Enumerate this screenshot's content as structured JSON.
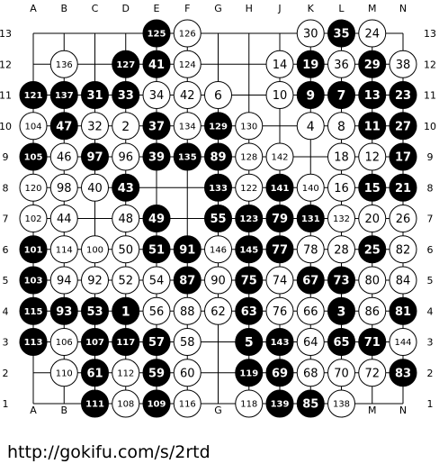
{
  "board": {
    "size": 13,
    "columns": [
      "A",
      "B",
      "C",
      "D",
      "E",
      "F",
      "G",
      "H",
      "J",
      "K",
      "L",
      "M",
      "N"
    ],
    "rows": [
      "13",
      "12",
      "11",
      "10",
      "9",
      "8",
      "7",
      "6",
      "5",
      "4",
      "3",
      "2",
      "1"
    ],
    "colors": {
      "black": "#000000",
      "white": "#ffffff",
      "line": "#000000",
      "background": "#ffffff"
    },
    "stones": [
      {
        "c": "E13",
        "color": "black",
        "n": "125"
      },
      {
        "c": "F13",
        "color": "white",
        "n": "126"
      },
      {
        "c": "K13",
        "color": "white",
        "n": "30"
      },
      {
        "c": "L13",
        "color": "black",
        "n": "35"
      },
      {
        "c": "M13",
        "color": "white",
        "n": "24"
      },
      {
        "c": "B12",
        "color": "white",
        "n": "136"
      },
      {
        "c": "D12",
        "color": "black",
        "n": "127"
      },
      {
        "c": "E12",
        "color": "black",
        "n": "41"
      },
      {
        "c": "F12",
        "color": "white",
        "n": "124"
      },
      {
        "c": "J12",
        "color": "white",
        "n": "14"
      },
      {
        "c": "K12",
        "color": "black",
        "n": "19"
      },
      {
        "c": "L12",
        "color": "white",
        "n": "36"
      },
      {
        "c": "M12",
        "color": "black",
        "n": "29"
      },
      {
        "c": "N12",
        "color": "white",
        "n": "38"
      },
      {
        "c": "A11",
        "color": "black",
        "n": "121"
      },
      {
        "c": "B11",
        "color": "black",
        "n": "137"
      },
      {
        "c": "C11",
        "color": "black",
        "n": "31"
      },
      {
        "c": "D11",
        "color": "black",
        "n": "33"
      },
      {
        "c": "E11",
        "color": "white",
        "n": "34"
      },
      {
        "c": "F11",
        "color": "white",
        "n": "42"
      },
      {
        "c": "G11",
        "color": "white",
        "n": "6"
      },
      {
        "c": "J11",
        "color": "white",
        "n": "10"
      },
      {
        "c": "K11",
        "color": "black",
        "n": "9"
      },
      {
        "c": "L11",
        "color": "black",
        "n": "7"
      },
      {
        "c": "M11",
        "color": "black",
        "n": "13"
      },
      {
        "c": "N11",
        "color": "black",
        "n": "23"
      },
      {
        "c": "A10",
        "color": "white",
        "n": "104"
      },
      {
        "c": "B10",
        "color": "black",
        "n": "47"
      },
      {
        "c": "C10",
        "color": "white",
        "n": "32"
      },
      {
        "c": "D10",
        "color": "white",
        "n": "2"
      },
      {
        "c": "E10",
        "color": "black",
        "n": "37"
      },
      {
        "c": "F10",
        "color": "white",
        "n": "134"
      },
      {
        "c": "G10",
        "color": "black",
        "n": "129"
      },
      {
        "c": "H10",
        "color": "white",
        "n": "130"
      },
      {
        "c": "K10",
        "color": "white",
        "n": "4"
      },
      {
        "c": "L10",
        "color": "white",
        "n": "8"
      },
      {
        "c": "M10",
        "color": "black",
        "n": "11"
      },
      {
        "c": "N10",
        "color": "black",
        "n": "27"
      },
      {
        "c": "A9",
        "color": "black",
        "n": "105"
      },
      {
        "c": "B9",
        "color": "white",
        "n": "46"
      },
      {
        "c": "C9",
        "color": "black",
        "n": "97"
      },
      {
        "c": "D9",
        "color": "white",
        "n": "96"
      },
      {
        "c": "E9",
        "color": "black",
        "n": "39"
      },
      {
        "c": "F9",
        "color": "black",
        "n": "135"
      },
      {
        "c": "G9",
        "color": "black",
        "n": "89"
      },
      {
        "c": "H9",
        "color": "white",
        "n": "128"
      },
      {
        "c": "J9",
        "color": "white",
        "n": "142"
      },
      {
        "c": "L9",
        "color": "white",
        "n": "18"
      },
      {
        "c": "M9",
        "color": "white",
        "n": "12"
      },
      {
        "c": "N9",
        "color": "black",
        "n": "17"
      },
      {
        "c": "A8",
        "color": "white",
        "n": "120"
      },
      {
        "c": "B8",
        "color": "white",
        "n": "98"
      },
      {
        "c": "C8",
        "color": "white",
        "n": "40"
      },
      {
        "c": "D8",
        "color": "black",
        "n": "43"
      },
      {
        "c": "G8",
        "color": "black",
        "n": "133"
      },
      {
        "c": "H8",
        "color": "white",
        "n": "122"
      },
      {
        "c": "J8",
        "color": "black",
        "n": "141"
      },
      {
        "c": "K8",
        "color": "white",
        "n": "140"
      },
      {
        "c": "L8",
        "color": "white",
        "n": "16"
      },
      {
        "c": "M8",
        "color": "black",
        "n": "15"
      },
      {
        "c": "N8",
        "color": "black",
        "n": "21"
      },
      {
        "c": "A7",
        "color": "white",
        "n": "102"
      },
      {
        "c": "B7",
        "color": "white",
        "n": "44"
      },
      {
        "c": "D7",
        "color": "white",
        "n": "48"
      },
      {
        "c": "E7",
        "color": "black",
        "n": "49"
      },
      {
        "c": "G7",
        "color": "black",
        "n": "55"
      },
      {
        "c": "H7",
        "color": "black",
        "n": "123"
      },
      {
        "c": "J7",
        "color": "black",
        "n": "79"
      },
      {
        "c": "K7",
        "color": "black",
        "n": "131"
      },
      {
        "c": "L7",
        "color": "white",
        "n": "132"
      },
      {
        "c": "M7",
        "color": "white",
        "n": "20"
      },
      {
        "c": "N7",
        "color": "white",
        "n": "26"
      },
      {
        "c": "A6",
        "color": "black",
        "n": "101"
      },
      {
        "c": "B6",
        "color": "white",
        "n": "114"
      },
      {
        "c": "C6",
        "color": "white",
        "n": "100"
      },
      {
        "c": "D6",
        "color": "white",
        "n": "50"
      },
      {
        "c": "E6",
        "color": "black",
        "n": "51"
      },
      {
        "c": "F6",
        "color": "black",
        "n": "91"
      },
      {
        "c": "G6",
        "color": "white",
        "n": "146"
      },
      {
        "c": "H6",
        "color": "black",
        "n": "145"
      },
      {
        "c": "J6",
        "color": "black",
        "n": "77"
      },
      {
        "c": "K6",
        "color": "white",
        "n": "78"
      },
      {
        "c": "L6",
        "color": "white",
        "n": "28"
      },
      {
        "c": "M6",
        "color": "black",
        "n": "25"
      },
      {
        "c": "N6",
        "color": "white",
        "n": "82"
      },
      {
        "c": "A5",
        "color": "black",
        "n": "103"
      },
      {
        "c": "B5",
        "color": "white",
        "n": "94"
      },
      {
        "c": "C5",
        "color": "white",
        "n": "92"
      },
      {
        "c": "D5",
        "color": "white",
        "n": "52"
      },
      {
        "c": "E5",
        "color": "white",
        "n": "54"
      },
      {
        "c": "F5",
        "color": "black",
        "n": "87"
      },
      {
        "c": "G5",
        "color": "white",
        "n": "90"
      },
      {
        "c": "H5",
        "color": "black",
        "n": "75"
      },
      {
        "c": "J5",
        "color": "white",
        "n": "74"
      },
      {
        "c": "K5",
        "color": "black",
        "n": "67"
      },
      {
        "c": "L5",
        "color": "black",
        "n": "73"
      },
      {
        "c": "M5",
        "color": "white",
        "n": "80"
      },
      {
        "c": "N5",
        "color": "white",
        "n": "84"
      },
      {
        "c": "A4",
        "color": "black",
        "n": "115"
      },
      {
        "c": "B4",
        "color": "black",
        "n": "93"
      },
      {
        "c": "C4",
        "color": "black",
        "n": "53"
      },
      {
        "c": "D4",
        "color": "black",
        "n": "1"
      },
      {
        "c": "E4",
        "color": "white",
        "n": "56"
      },
      {
        "c": "F4",
        "color": "white",
        "n": "88"
      },
      {
        "c": "G4",
        "color": "white",
        "n": "62"
      },
      {
        "c": "H4",
        "color": "black",
        "n": "63"
      },
      {
        "c": "J4",
        "color": "white",
        "n": "76"
      },
      {
        "c": "K4",
        "color": "white",
        "n": "66"
      },
      {
        "c": "L4",
        "color": "black",
        "n": "3"
      },
      {
        "c": "M4",
        "color": "white",
        "n": "86"
      },
      {
        "c": "N4",
        "color": "black",
        "n": "81"
      },
      {
        "c": "A3",
        "color": "black",
        "n": "113"
      },
      {
        "c": "B3",
        "color": "white",
        "n": "106"
      },
      {
        "c": "C3",
        "color": "black",
        "n": "107"
      },
      {
        "c": "D3",
        "color": "black",
        "n": "117"
      },
      {
        "c": "E3",
        "color": "black",
        "n": "57"
      },
      {
        "c": "F3",
        "color": "white",
        "n": "58"
      },
      {
        "c": "H3",
        "color": "black",
        "n": "5"
      },
      {
        "c": "J3",
        "color": "black",
        "n": "143"
      },
      {
        "c": "K3",
        "color": "white",
        "n": "64"
      },
      {
        "c": "L3",
        "color": "black",
        "n": "65"
      },
      {
        "c": "M3",
        "color": "black",
        "n": "71"
      },
      {
        "c": "N3",
        "color": "white",
        "n": "144"
      },
      {
        "c": "B2",
        "color": "white",
        "n": "110"
      },
      {
        "c": "C2",
        "color": "black",
        "n": "61"
      },
      {
        "c": "D2",
        "color": "white",
        "n": "112"
      },
      {
        "c": "E2",
        "color": "black",
        "n": "59"
      },
      {
        "c": "F2",
        "color": "white",
        "n": "60"
      },
      {
        "c": "H2",
        "color": "black",
        "n": "119"
      },
      {
        "c": "J2",
        "color": "black",
        "n": "69"
      },
      {
        "c": "K2",
        "color": "white",
        "n": "68"
      },
      {
        "c": "L2",
        "color": "white",
        "n": "70"
      },
      {
        "c": "M2",
        "color": "white",
        "n": "72"
      },
      {
        "c": "N2",
        "color": "black",
        "n": "83"
      },
      {
        "c": "C1",
        "color": "black",
        "n": "111"
      },
      {
        "c": "D1",
        "color": "white",
        "n": "108"
      },
      {
        "c": "E1",
        "color": "black",
        "n": "109"
      },
      {
        "c": "F1",
        "color": "white",
        "n": "116"
      },
      {
        "c": "H1",
        "color": "white",
        "n": "118"
      },
      {
        "c": "J1",
        "color": "black",
        "n": "139"
      },
      {
        "c": "K1",
        "color": "black",
        "n": "85"
      },
      {
        "c": "L1",
        "color": "white",
        "n": "138"
      }
    ]
  },
  "footer": {
    "url": "http://gokifu.com/s/2rtd"
  }
}
